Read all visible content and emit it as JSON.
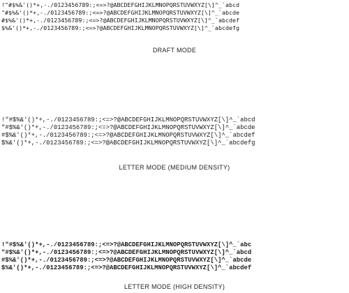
{
  "draft": {
    "lines": [
      "!\"#$%&'()*+,-./0123456789:;<=>?@ABCDEFGHIJKLMNOPQRSTUVWXYZ[\\]^_`abcd",
      "\"#$%&'()*+,-./0123456789:;<=>?@ABCDEFGHIJKLMNOPQRSTUVWXYZ[\\]^_`abcde",
      "#$%&'()*+,-./0123456789:;<=>?@ABCDEFGHIJKLMNOPQRSTUVWXYZ[\\]^_`abcdef",
      "$%&'()*+,-./0123456789:;<=>?@ABCDEFGHIJKLMNOPQRSTUVWXYZ[\\]^_`abcdefg"
    ],
    "caption": "DRAFT MODE"
  },
  "medium": {
    "lines": [
      "!\"#$%&'()*+,-./0123456789:;<=>?@ABCDEFGHIJKLMNOPQRSTUVWXYZ[\\]^_`abcd",
      "\"#$%&'()*+,-./0123456789:;<=>?@ABCDEFGHIJKLMNOPQRSTUVWXYZ[\\]^_`abcde",
      "#$%&'()*+,-./0123456789:;<=>?@ABCDEFGHIJKLMNOPQRSTUVWXYZ[\\]^_`abcdef",
      "$%&'()*+,-./0123456789:;<=>?@ABCDEFGHIJKLMNOPQRSTUVWXYZ[\\]^_`abcdefg"
    ],
    "caption": "LETTER MODE (MEDIUM DENSITY)"
  },
  "high": {
    "lines": [
      "!\"#$%&'()*+,-./0123456789:;<=>?@ABCDEFGHIJKLMNOPQRSTUVWXYZ[\\]^_`abc",
      "\"#$%&'()*+,-./0123456789:;<=>?@ABCDEFGHIJKLMNOPQRSTUVWXYZ[\\]^_`abcd",
      "#$%&'()*+,-./0123456789:;<=>?@ABCDEFGHIJKLMNOPQRSTUVWXYZ[\\]^_`abcde",
      "$%&'()*+,-./0123456789:;<=>?@ABCDEFGHIJKLMNOPQRSTUVWXYZ[\\]^_`abcdef"
    ],
    "caption": "LETTER MODE (HIGH DENSITY)"
  }
}
